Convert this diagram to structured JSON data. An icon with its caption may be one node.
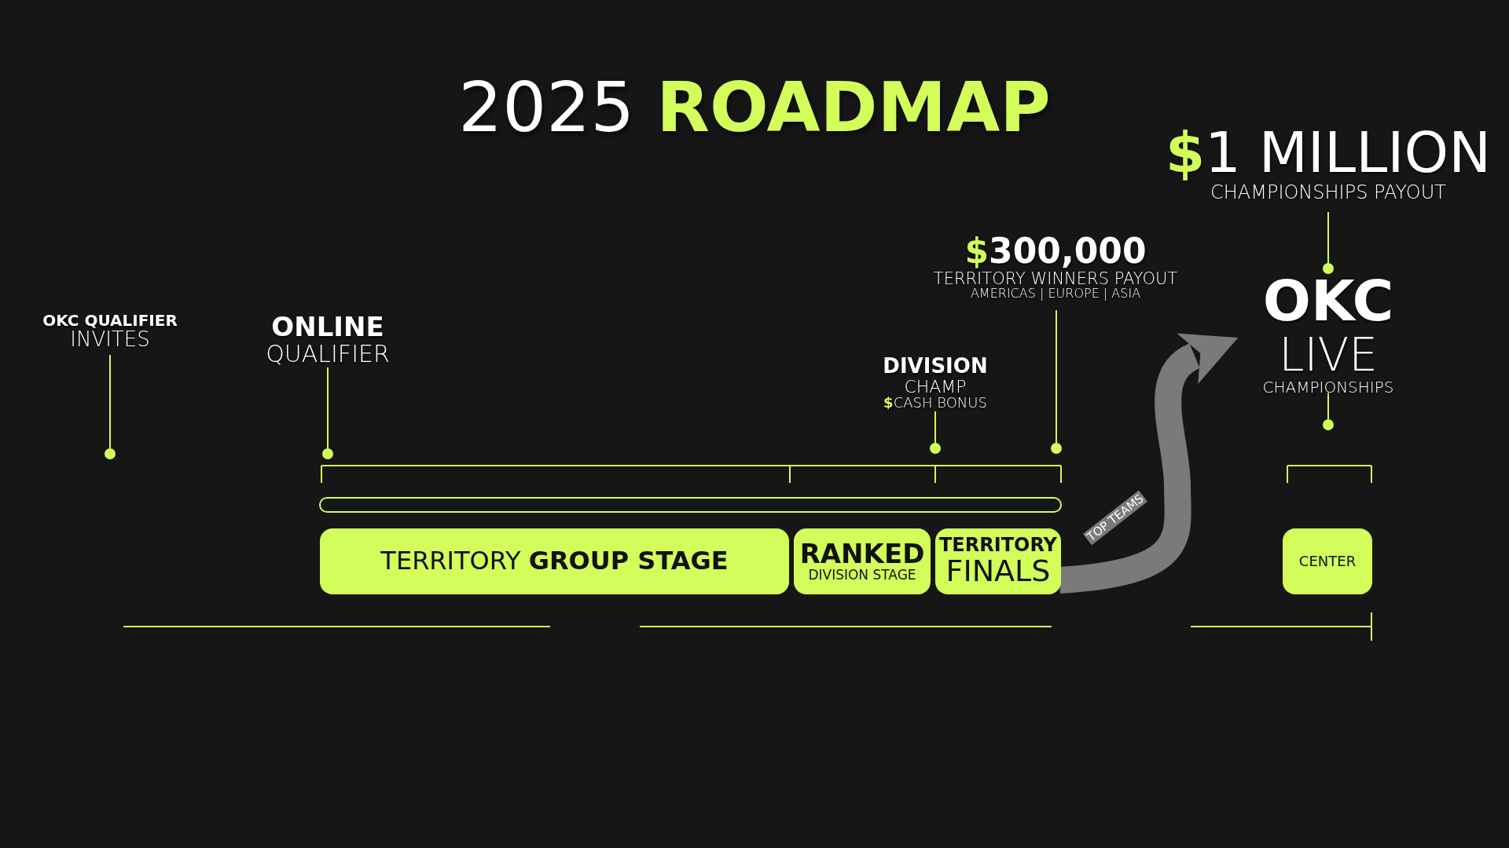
{
  "diagram": {
    "title": "2025 ROADMAP",
    "nodes": [
      {
        "text": [
          "OKC QUALIFIER",
          "INVITES"
        ]
      },
      {
        "text": [],
        "shape": "circle"
      },
      {
        "text": [
          "ONLINE",
          "QUALIFIER"
        ]
      },
      {
        "text": [],
        "shape": "circle"
      },
      {
        "text": [
          "DIVISION",
          "CHAMP",
          "$CASH BONUS"
        ]
      },
      {
        "text": [],
        "shape": "circle"
      },
      {
        "text": [
          "$300,000",
          "TERRITORY WINNERS PAYOUT",
          "AMERICAS | EUROPE | ASIA"
        ]
      },
      {
        "text": [],
        "shape": "circle"
      },
      {
        "text": [
          "$1 MILLION",
          "CHAMPIONSHIPS PAYOUT"
        ]
      },
      {
        "text": [],
        "shape": "circle"
      },
      {
        "text": [
          "OKC",
          "LIVE",
          "CHAMPIONSHIPS"
        ]
      },
      {
        "text": [],
        "shape": "circle"
      },
      {
        "text": [
          "TERRITORY **GROUP STAGE**"
        ]
      },
      {
        "text": [
          "RANKED",
          "DIVISION STAGE"
        ]
      },
      {
        "text": [
          "TERRITORY",
          "FINALS"
        ]
      },
      {
        "text": [
          "CENTER"
        ]
      }
    ],
    "edges": [
      {
        "from": 0,
        "to": 1,
        "arrow": "none"
      },
      {
        "from": 2,
        "to": 3,
        "arrow": "none"
      },
      {
        "from": 4,
        "to": 5,
        "arrow": "none"
      },
      {
        "from": 6,
        "to": 7,
        "arrow": "none"
      },
      {
        "from": 8,
        "to": 9,
        "arrow": "none"
      },
      {
        "from": 10,
        "to": 11,
        "arrow": "none"
      },
      {
        "from": 14,
        "to": 10,
        "arrow": "to",
        "label": "TOP TEAMS",
        "style": "thick",
        "color": "#7a7a7a"
      }
    ]
  }
}
